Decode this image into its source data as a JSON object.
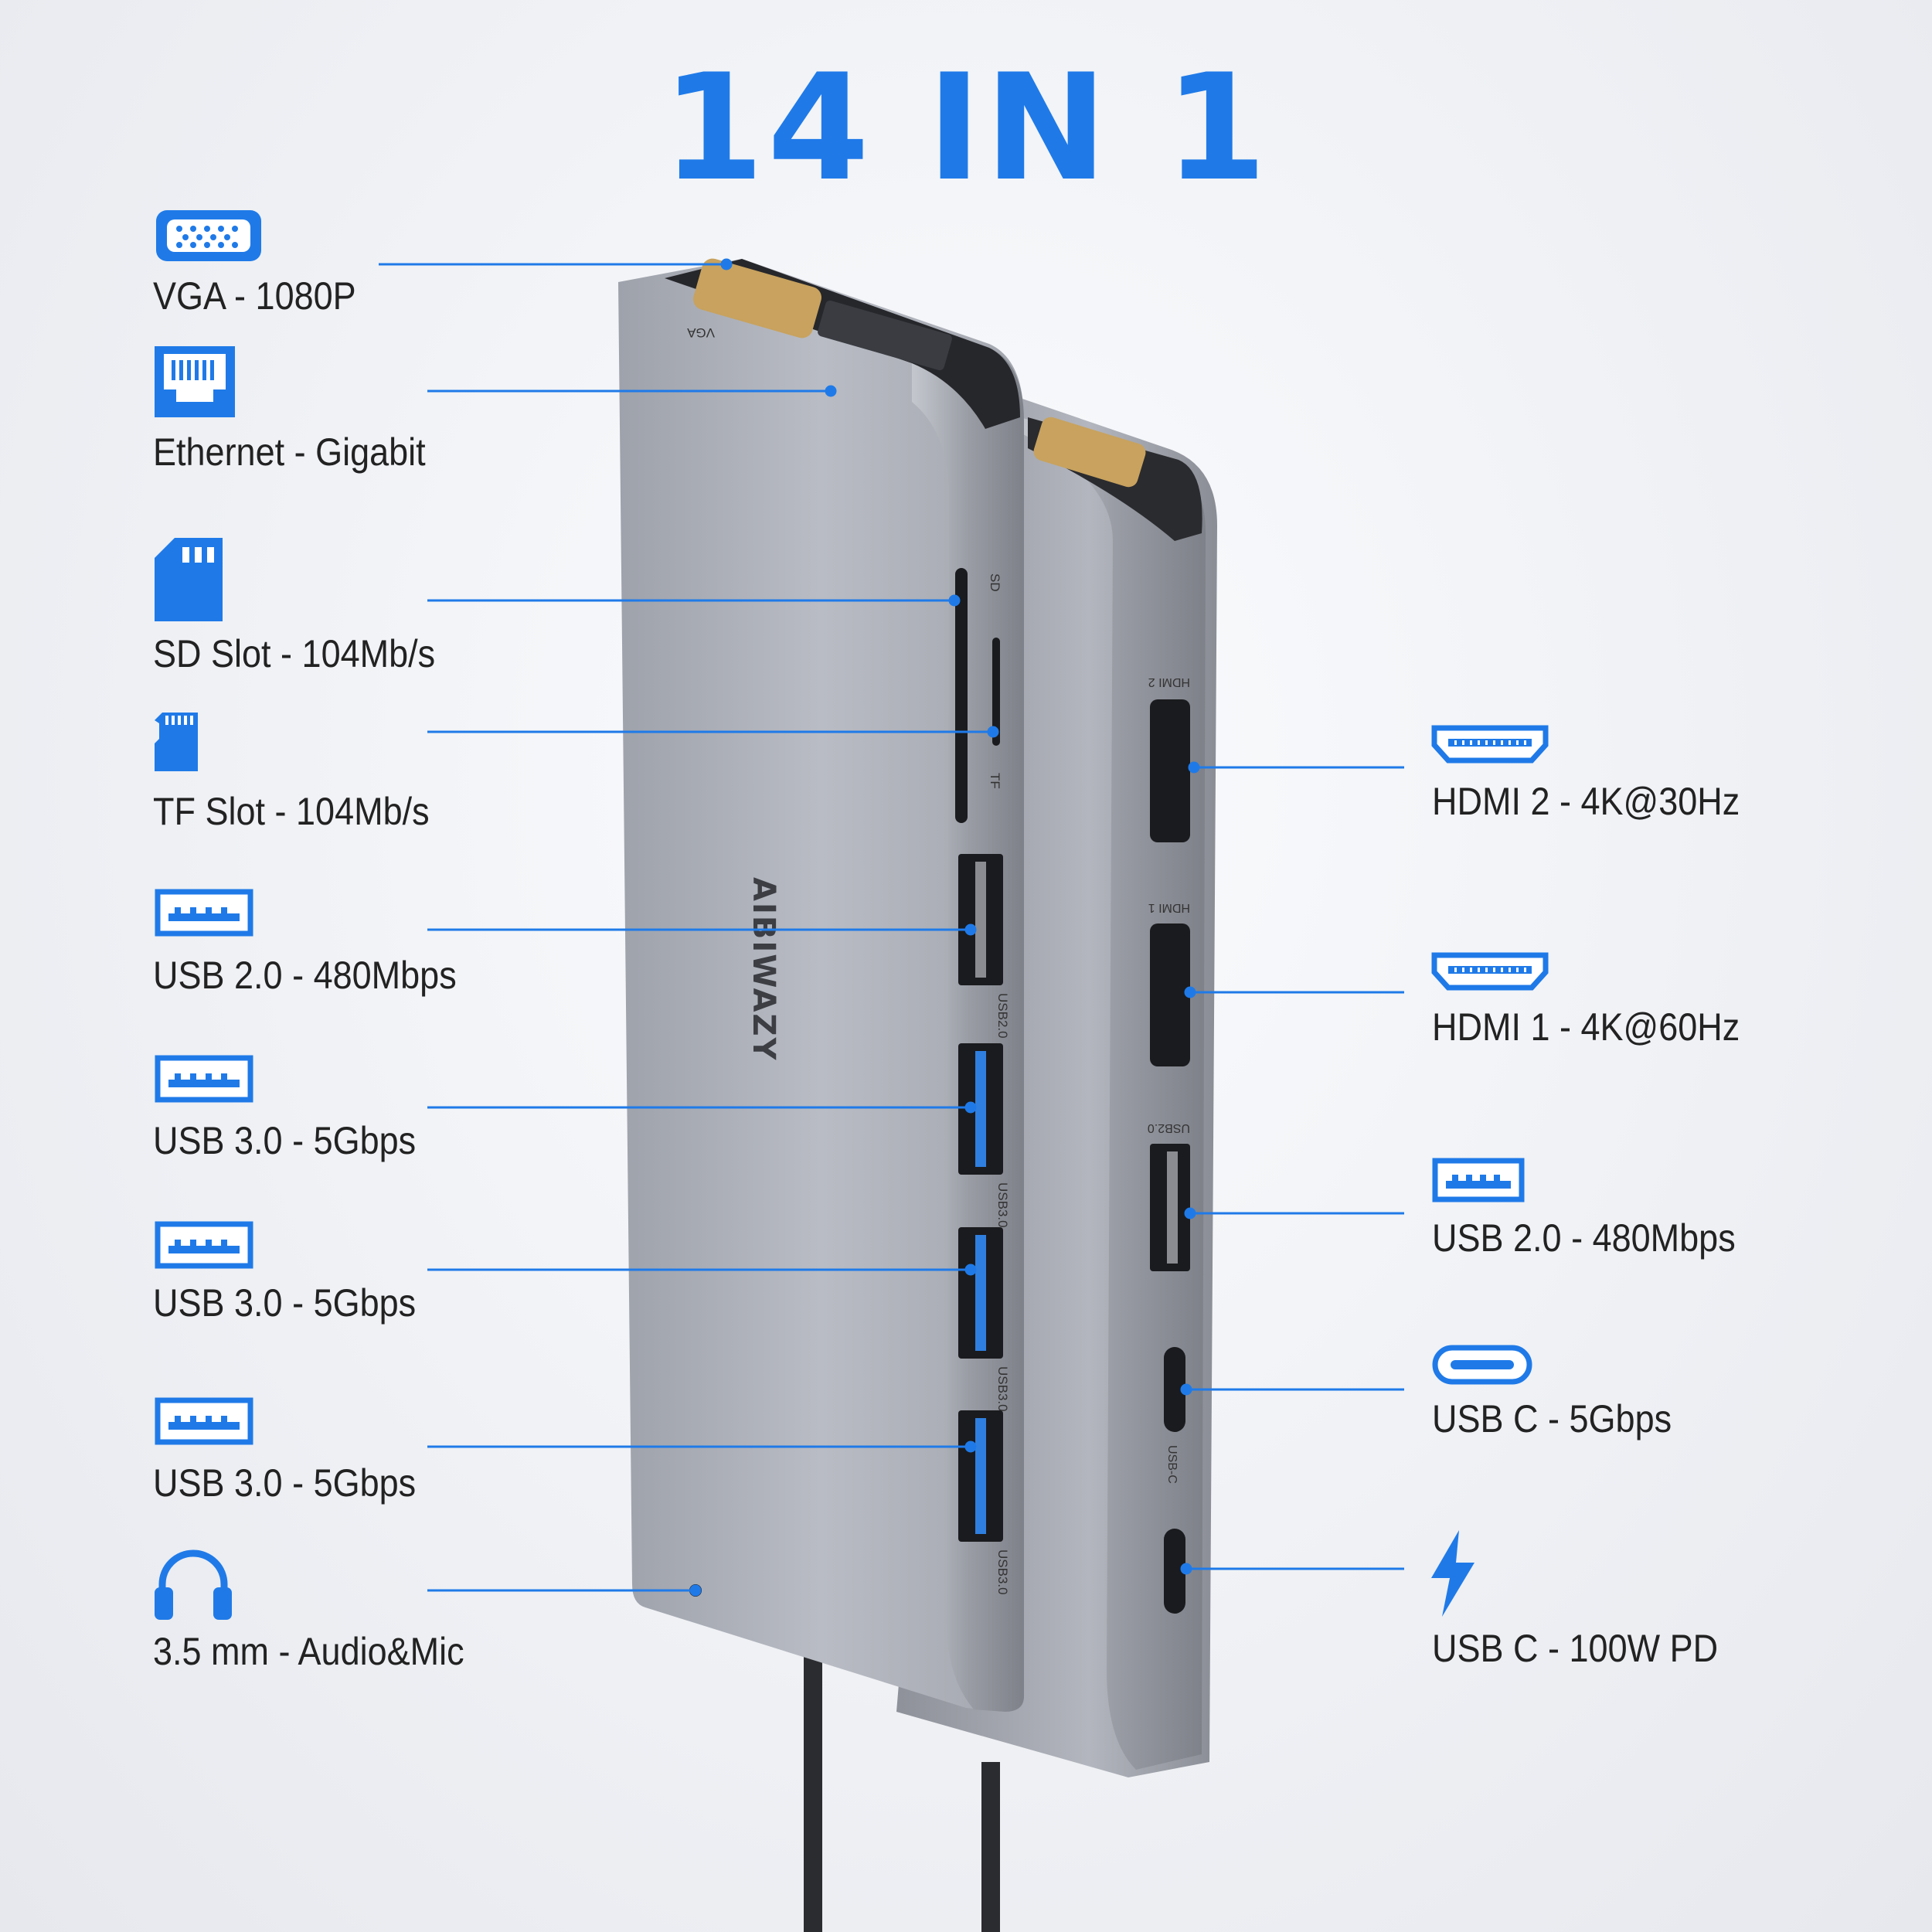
{
  "title": "14 IN 1",
  "brand": "AIBIWAZY",
  "colors": {
    "accent": "#1f7ae8",
    "text": "#222222",
    "device": "#a9acb4",
    "background": "#eef0f4"
  },
  "left_ports": [
    {
      "label": "VGA - 1080P",
      "icon": "vga-icon"
    },
    {
      "label": "Ethernet - Gigabit",
      "icon": "ethernet-icon"
    },
    {
      "label": "SD Slot - 104Mb/s",
      "icon": "sd-card-icon"
    },
    {
      "label": "TF Slot - 104Mb/s",
      "icon": "tf-card-icon"
    },
    {
      "label": "USB 2.0 - 480Mbps",
      "icon": "usb-a-icon"
    },
    {
      "label": "USB 3.0 - 5Gbps",
      "icon": "usb-a-icon"
    },
    {
      "label": "USB 3.0 - 5Gbps",
      "icon": "usb-a-icon"
    },
    {
      "label": "USB 3.0 - 5Gbps",
      "icon": "usb-a-icon"
    },
    {
      "label": "3.5 mm - Audio&Mic",
      "icon": "headphones-icon"
    }
  ],
  "right_ports": [
    {
      "label": "HDMI 2 - 4K@30Hz",
      "icon": "hdmi-icon"
    },
    {
      "label": "HDMI 1 - 4K@60Hz",
      "icon": "hdmi-icon"
    },
    {
      "label": "USB 2.0 - 480Mbps",
      "icon": "usb-a-icon"
    },
    {
      "label": "USB C - 5Gbps",
      "icon": "usb-c-icon"
    },
    {
      "label": "USB C - 100W PD",
      "icon": "lightning-icon"
    }
  ],
  "device_labels": {
    "vga": "VGA",
    "sd": "SD",
    "tf": "TF",
    "usb20": "USB2.0",
    "usb30": "USB3.0",
    "hdmi1": "HDMI 1",
    "hdmi2": "HDMI 2",
    "usbc": "USB-C"
  }
}
